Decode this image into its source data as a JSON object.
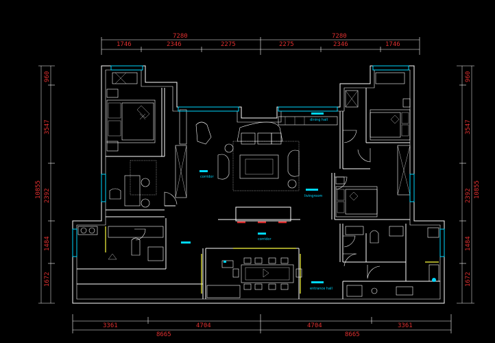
{
  "dimensions": {
    "top_overall": [
      "7280",
      "7280"
    ],
    "top_segments": [
      "1746",
      "2346",
      "2275",
      "2275",
      "2346",
      "1746"
    ],
    "bottom_segments": [
      "3361",
      "4704",
      "4704",
      "3361"
    ],
    "bottom_overall": [
      "8665",
      "8665"
    ],
    "left_segments": [
      "960",
      "3547",
      "2392",
      "1484",
      "1672"
    ],
    "left_overall": "10855",
    "right_segments": [
      "960",
      "3547",
      "2392",
      "1484",
      "1672"
    ],
    "right_overall": "10855"
  },
  "rooms": {
    "dining_hall": "dining hall",
    "living_room": "livingroom",
    "corridor_left": "corridor",
    "corridor_center": "corridor",
    "entrance_hall": "entrance hall"
  },
  "colors": {
    "background": "#000000",
    "dimension": "#e03030",
    "label": "#00d8ff",
    "wall": "#ffffff",
    "window_accent": "#ffff40"
  }
}
